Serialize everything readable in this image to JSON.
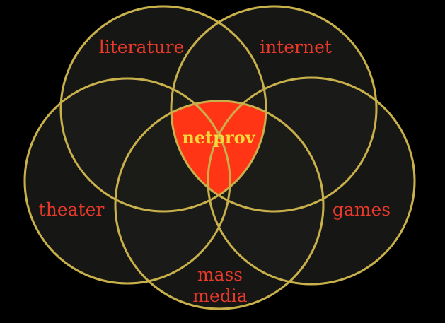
{
  "diagram": {
    "sets": [
      {
        "id": "literature",
        "label": "literature"
      },
      {
        "id": "internet",
        "label": "internet"
      },
      {
        "id": "theater",
        "label": "theater"
      },
      {
        "id": "games",
        "label": "games"
      },
      {
        "id": "mass-media",
        "label_line1": "mass",
        "label_line2": "media"
      }
    ],
    "center": {
      "label": "netprov"
    }
  },
  "colors": {
    "background": "#000000",
    "circle_fill": "#1c1b19",
    "circle_stroke": "#c8b04a",
    "label": "#e8392a",
    "center_fill": "#ff3516",
    "center_label": "#f7d73a"
  }
}
